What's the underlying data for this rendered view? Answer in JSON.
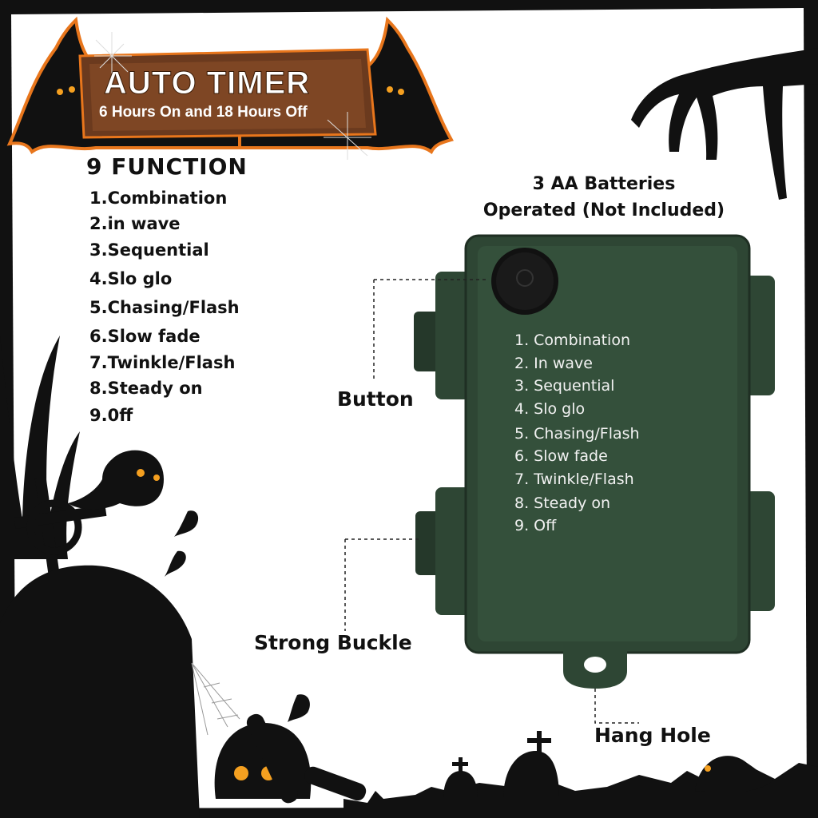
{
  "banner": {
    "title": "AUTO TIMER",
    "subtitle": "6 Hours On and 18 Hours Off"
  },
  "functions": {
    "heading": "9 FUNCTION",
    "items": [
      "1.Combination",
      "2.in wave",
      "3.Sequential",
      "4.Slo glo",
      "5.Chasing/Flash",
      "6.Slow fade",
      "7.Twinkle/Flash",
      "8.Steady on",
      "9.0ff"
    ]
  },
  "battery": {
    "line1": "3 AA Batteries",
    "line2": "Operated (Not Included)"
  },
  "box_labels": [
    "1. Combination",
    "2. In wave",
    "3. Sequential",
    "4. Slo glo",
    "5. Chasing/Flash",
    "6. Slow fade",
    "7. Twinkle/Flash",
    "8. Steady on",
    "9. Off"
  ],
  "callouts": {
    "button": "Button",
    "buckle": "Strong Buckle",
    "hang_hole": "Hang Hole"
  },
  "colors": {
    "box_green": "#2e4634",
    "banner_wood": "#6b3a1e",
    "bat_orange": "#e8761c",
    "frame_black": "#111111"
  },
  "icons": [
    "bat-icon",
    "spider-web-icon",
    "ghost-icon",
    "skull-icon",
    "cross-icon",
    "witch-hand-icon",
    "grass-icon",
    "tombstone-icon"
  ]
}
